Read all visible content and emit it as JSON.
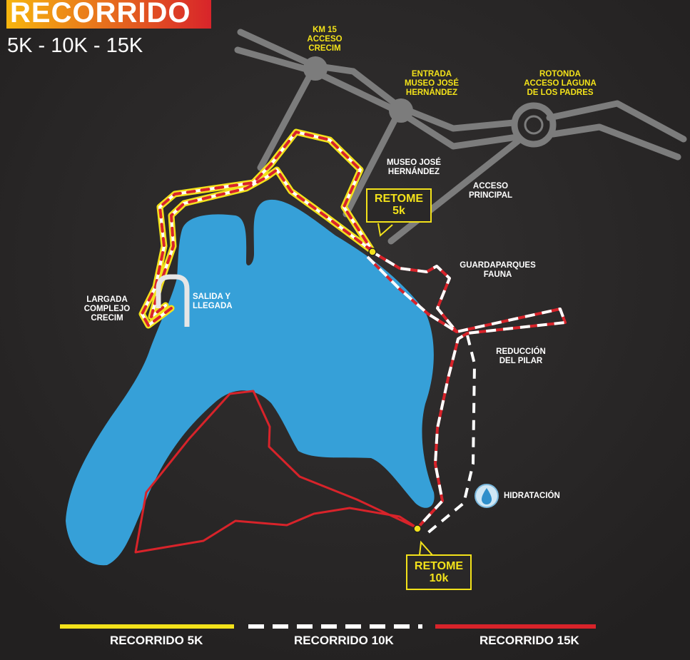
{
  "header": {
    "title": "RECORRIDO",
    "subtitle": "5K - 10K - 15K"
  },
  "labels": {
    "km15": "KM 15\nACCESO\nCRECIM",
    "entrada_museo": "ENTRADA\nMUSEO JOSÉ\nHERNÁNDEZ",
    "rotonda": "ROTONDA\nACCESO LAGUNA\nDE LOS PADRES",
    "museo": "MUSEO JOSÉ\nHERNÁNDEZ",
    "acceso_principal": "ACCESO\nPRINCIPAL",
    "guardaparques": "GUARDAPARQUES\nFAUNA",
    "reduccion": "REDUCCIÓN\nDEL PILAR",
    "hidratacion": "HIDRATACIÓN",
    "largada": "LARGADA\nCOMPLEJO\nCRECIM",
    "salida": "SALIDA Y\nLLEGADA"
  },
  "callouts": {
    "retome5k": "RETOME\n5k",
    "retome10k": "RETOME\n10k"
  },
  "legend": [
    {
      "label": "RECORRIDO 5K",
      "color": "#f3e21a"
    },
    {
      "label": "RECORRIDO 10K",
      "color": "#ffffff"
    },
    {
      "label": "RECORRIDO 15K",
      "color": "#d8232a"
    }
  ],
  "colors": {
    "lake": "#36a0d8",
    "road": "#7c7c7c",
    "background": "#2a2828"
  }
}
